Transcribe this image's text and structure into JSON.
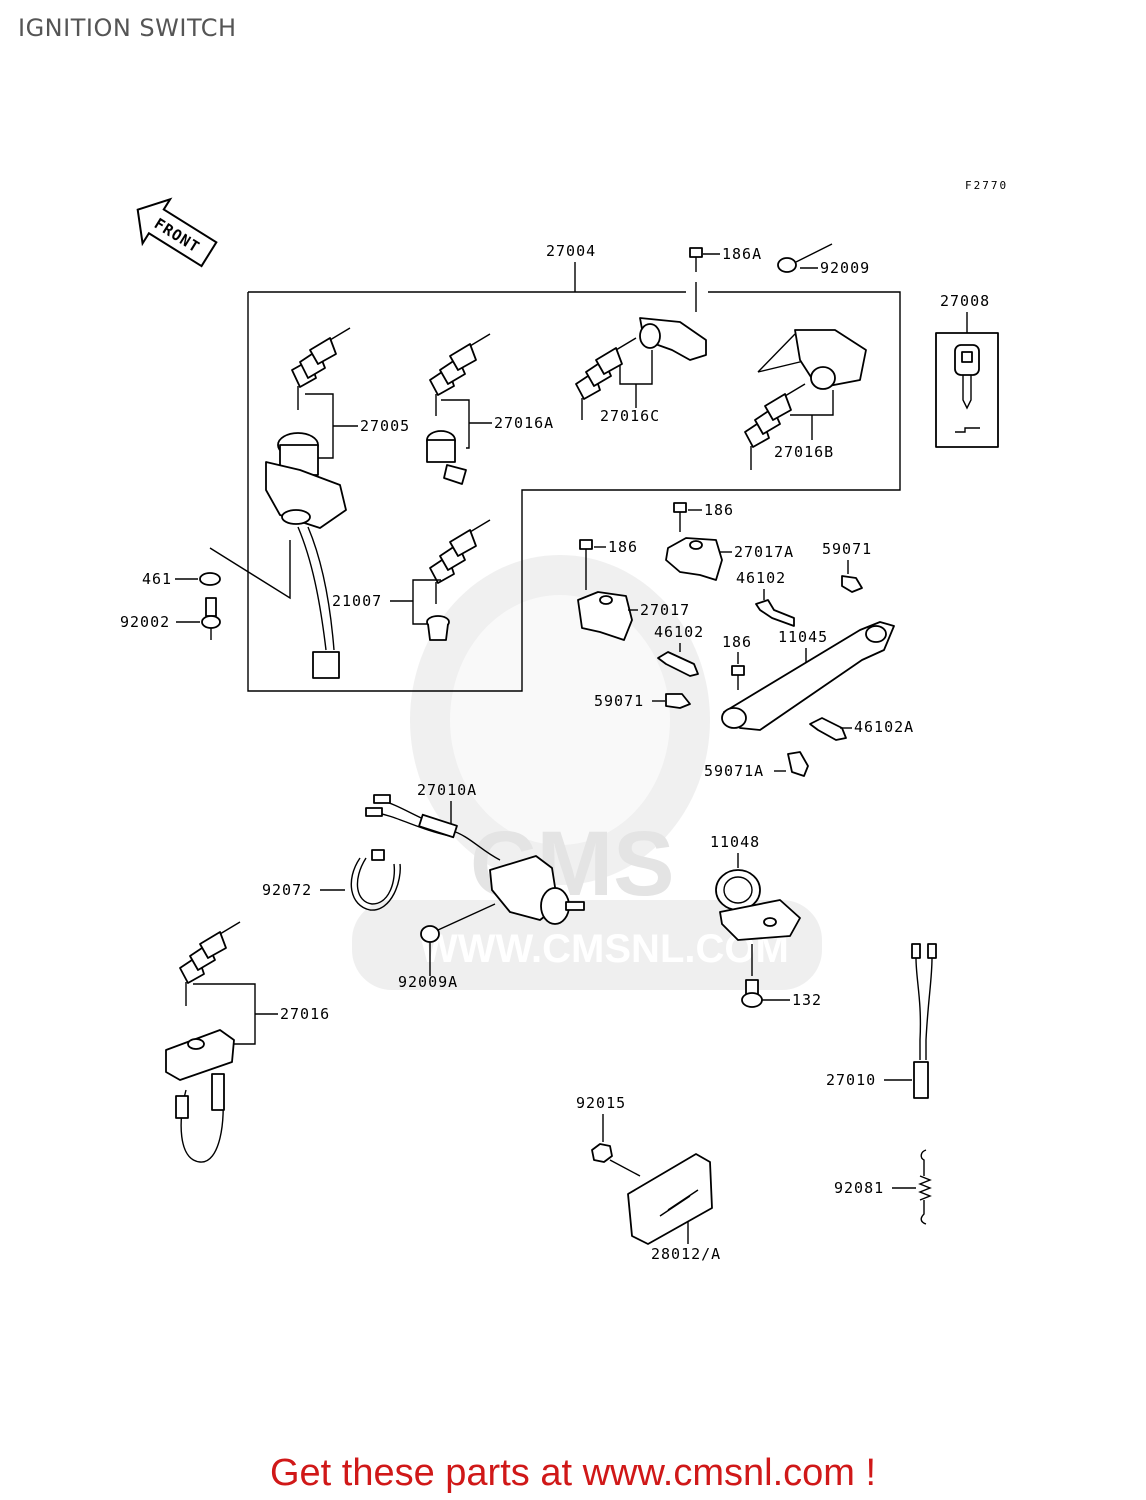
{
  "title": "IGNITION SWITCH",
  "figure_code": "F2770",
  "front_label": "FRONT",
  "watermark": {
    "brand": "CMS",
    "url": "WWW.CMSNL.COM"
  },
  "parts": {
    "p27004": "27004",
    "p186A": "186A",
    "p92009": "92009",
    "p27008": "27008",
    "p27005": "27005",
    "p27016A": "27016A",
    "p27016C": "27016C",
    "p27016B": "27016B",
    "p186_1": "186",
    "p186_2": "186",
    "p186_3": "186",
    "p27017A": "27017A",
    "p59071": "59071",
    "p461": "461",
    "p92002": "92002",
    "p21007": "21007",
    "p27017": "27017",
    "p46102_1": "46102",
    "p46102_2": "46102",
    "p11045": "11045",
    "p59071_2": "59071",
    "p46102A": "46102A",
    "p59071A": "59071A",
    "p27010A": "27010A",
    "p11048": "11048",
    "p92072": "92072",
    "p92009A": "92009A",
    "p132": "132",
    "p27016": "27016",
    "p27010": "27010",
    "p92015": "92015",
    "p92081": "92081",
    "p28012A": "28012/A"
  },
  "footer": {
    "cta": "Get these parts at www.cmsnl.com !"
  }
}
